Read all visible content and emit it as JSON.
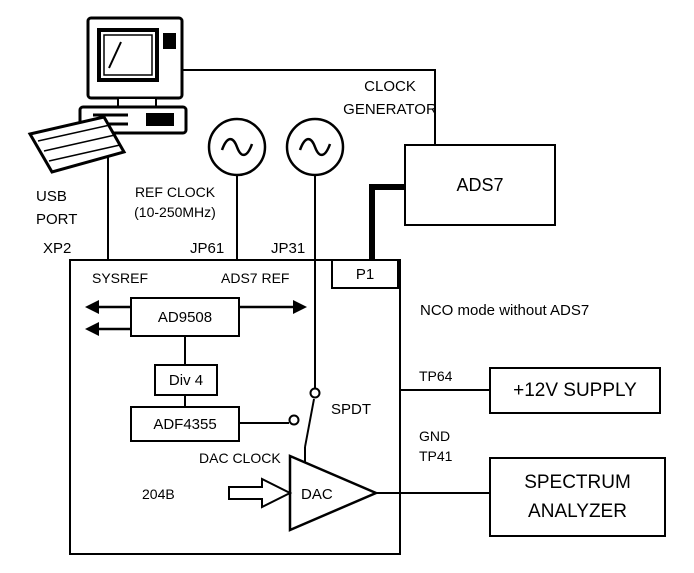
{
  "diagram": {
    "computer": {
      "usb_port": "USB\nPORT",
      "xp2": "XP2"
    },
    "clocks": {
      "clock_generator": "CLOCK\nGENERATOR",
      "ref_clock": "REF CLOCK\n(10-250MHz)",
      "jp61": "JP61",
      "jp31": "JP31"
    },
    "ads7": {
      "label": "ADS7"
    },
    "board": {
      "p1": "P1",
      "sysref": "SYSREF",
      "ads7_ref": "ADS7 REF",
      "ad9508": "AD9508",
      "div4": "Div 4",
      "adf4355": "ADF4355",
      "spdt": "SPDT",
      "dac_clock": "DAC CLOCK",
      "jesd204b": "204B",
      "dac": "DAC"
    },
    "annotations": {
      "nco_note": "NCO mode without ADS7",
      "tp64": "TP64",
      "gnd": "GND",
      "tp41": "TP41"
    },
    "instruments": {
      "supply": "+12V SUPPLY",
      "spectrum_analyzer": "SPECTRUM\nANALYZER"
    }
  }
}
